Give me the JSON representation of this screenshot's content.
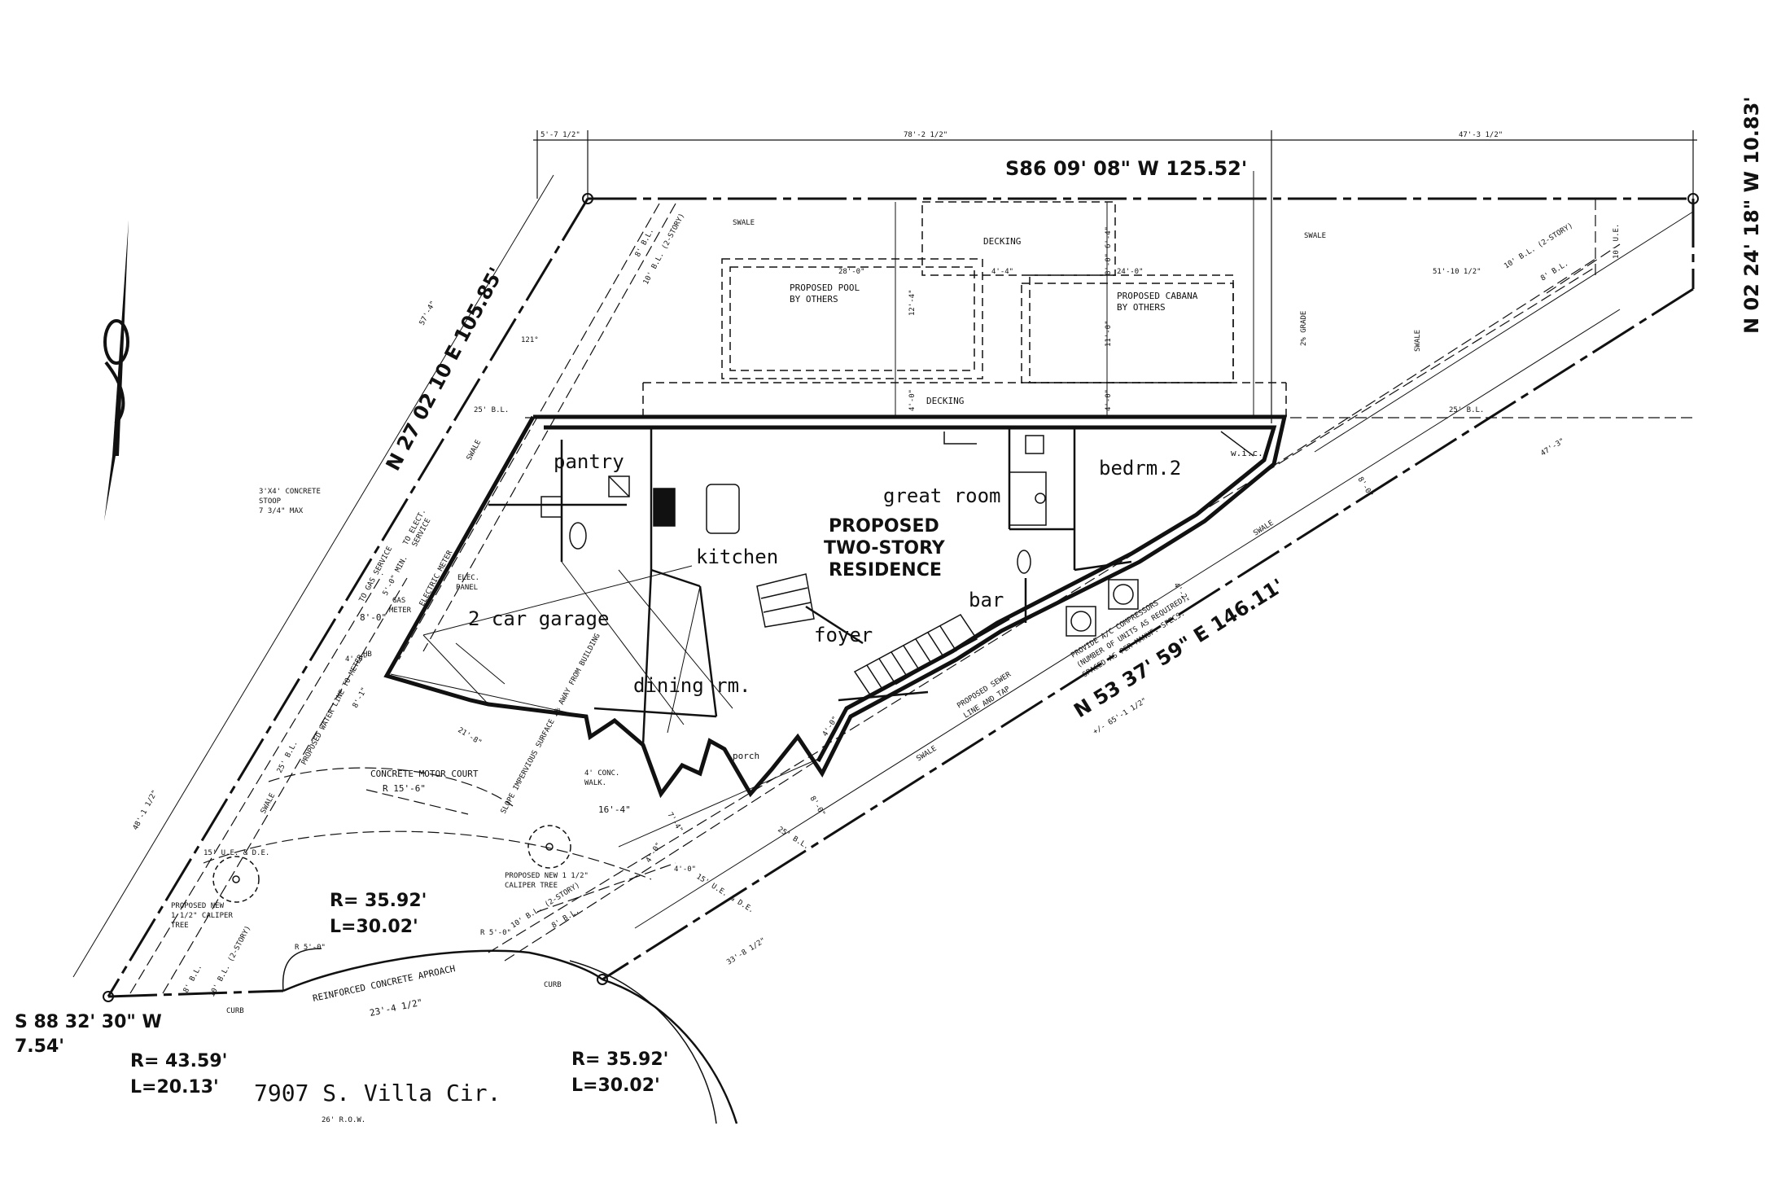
{
  "address": "7907 S. Villa Cir.",
  "row_note": "26' R.O.W.",
  "proposed": {
    "line1": "PROPOSED",
    "line2": "TWO-STORY",
    "line3": "RESIDENCE"
  },
  "bearings": {
    "north": "S86 09' 08\" W 125.52'",
    "east": "N 02 24' 18\" W 10.83'",
    "west": "N 27 02 10 E 105.85'",
    "southeast": "N 53 37' 59\" E 146.11'",
    "southwest_1": "S 88 32' 30\" W",
    "southwest_2": "7.54'"
  },
  "curves": {
    "c1_r": "R= 35.92'",
    "c1_l": "L=30.02'",
    "c2_r": "R= 43.59'",
    "c2_l": "L=20.13'",
    "c3_r": "R= 35.92'",
    "c3_l": "L=30.02'"
  },
  "rooms": {
    "pantry": "pantry",
    "great_room": "great room",
    "bedroom2": "bedrm.2",
    "kitchen": "kitchen",
    "garage": "2 car garage",
    "bar": "bar",
    "foyer": "foyer",
    "dining": "dining rm.",
    "porch": "porch",
    "wic": "w.i.c."
  },
  "labels": {
    "decking_top": "DECKING",
    "decking_bottom": "DECKING",
    "pool_1": "PROPOSED POOL",
    "pool_2": "BY OTHERS",
    "cabana_1": "PROPOSED CABANA",
    "cabana_2": "BY OTHERS",
    "swale_1": "SWALE",
    "swale_2": "SWALE",
    "swale_3": "SWALE",
    "swale_4": "SWALE",
    "swale_5": "SWALE",
    "swale_6": "SWALE",
    "swale_7": "SWALE",
    "grade": "2% GRADE",
    "bl25_top": "25' B.L.",
    "bl25_right": "25' B.L.",
    "bl25_left": "25' B.L.",
    "bl25_bottom": "25' B.L.",
    "bl8_top": "8' B.L.",
    "bl10_top": "10' B.L. (2-STORY)",
    "bl10_right": "10' B.L. (2-STORY)",
    "bl8_right": "8' B.L.",
    "ue10": "10' U.E.",
    "ue15": "15' U.E. & D.E.",
    "stoop_1": "3'X4' CONCRETE",
    "stoop_2": "STOOP",
    "stoop_3": "7 3/4\" MAX",
    "elect_1": "TO ELECT.",
    "elect_2": "SERVICE",
    "gas_service": "TO GAS SERVICE",
    "electric_meter": "ELECTRIC METER",
    "gas_meter_1": "GAS",
    "gas_meter_2": "METER",
    "elec_panel_1": "ELEC.",
    "elec_panel_2": "PANEL",
    "hb": "HB",
    "water_line": "PROPOSED WATER LINE TO METER",
    "motor_court": "CONCRETE MOTOR COURT",
    "motor_radius": "R 15'-6\"",
    "slope": "SLOPE IMPERVIOUS SURFACE 2% AWAY FROM BUILDING",
    "walk_1": "4' CONC.",
    "walk_2": "WALK.",
    "ac_1": "PROVIDE A/C COMPRESSORS",
    "ac_2": "(NUMBER OF UNITS AS REQUIRED)",
    "ac_3": "SPACED AS PER MANUF. SPECS.",
    "sewer_1": "PROPOSED SEWER",
    "sewer_2": "LINE AND TAP",
    "tree_left_1": "PROPOSED NEW",
    "tree_left_2": "1 1/2\" CALIPER",
    "tree_left_3": "TREE",
    "tree_right_1": "PROPOSED NEW 1 1/2\"",
    "tree_right_2": "CALIPER TREE",
    "approach": "REINFORCED CONCRETE APROACH",
    "approach_dim": "23'-4 1/2\"",
    "curb_left": "CURB",
    "curb_right": "CURB",
    "r5_left": "R 5'-0\"",
    "r5_right": "R 5'-0\"",
    "bl10_bottom": "10' B.L. (2-STORY)",
    "bl8_bottom": "8' B.L.",
    "ue_bottom": "15' U.E. & D.E.",
    "bl8_left": "8' B.L.",
    "bl10_left": "10' B.L. (2-STORY)",
    "min5": "5'-0\" MIN.",
    "angle": "121°"
  },
  "dims": {
    "top_a": "5'-7 1/2\"",
    "top_b": "78'-2 1/2\"",
    "top_c": "47'-3 1/2\"",
    "pool_w": "28'-0\"",
    "pool_gap": "4'-4\"",
    "cabana_w": "24'-0\"",
    "right_w": "51'-10 1/2\"",
    "decking_h": "6'-4\"",
    "cabana_gap": "8'-0\"",
    "pool_h": "12'-4\"",
    "cabana_h": "11'-0\"",
    "deck_b1": "4'-0\"",
    "deck_b2": "4'-0\"",
    "left_571": "57'-4\"",
    "right_473": "47'-3\"",
    "right_80": "8'-0\"",
    "ac_off": "4'-2\"",
    "se_total": "+/- 65'-1 1/2\"",
    "left_80": "8'-0\"",
    "left_40": "4'-0\"",
    "left_81": "8'-1\"",
    "garage_off": "21'-8\"",
    "walk_164": "16'-4\"",
    "walk_74": "7'-4\"",
    "porch_40": "4'-0\"",
    "porch_40b": "4'-0\"",
    "porch_80": "8'-0\"",
    "porch_off": "4'-0\"",
    "left_481": "48'-1 1/2\"",
    "bottom_338": "33'-8 1/2\""
  }
}
